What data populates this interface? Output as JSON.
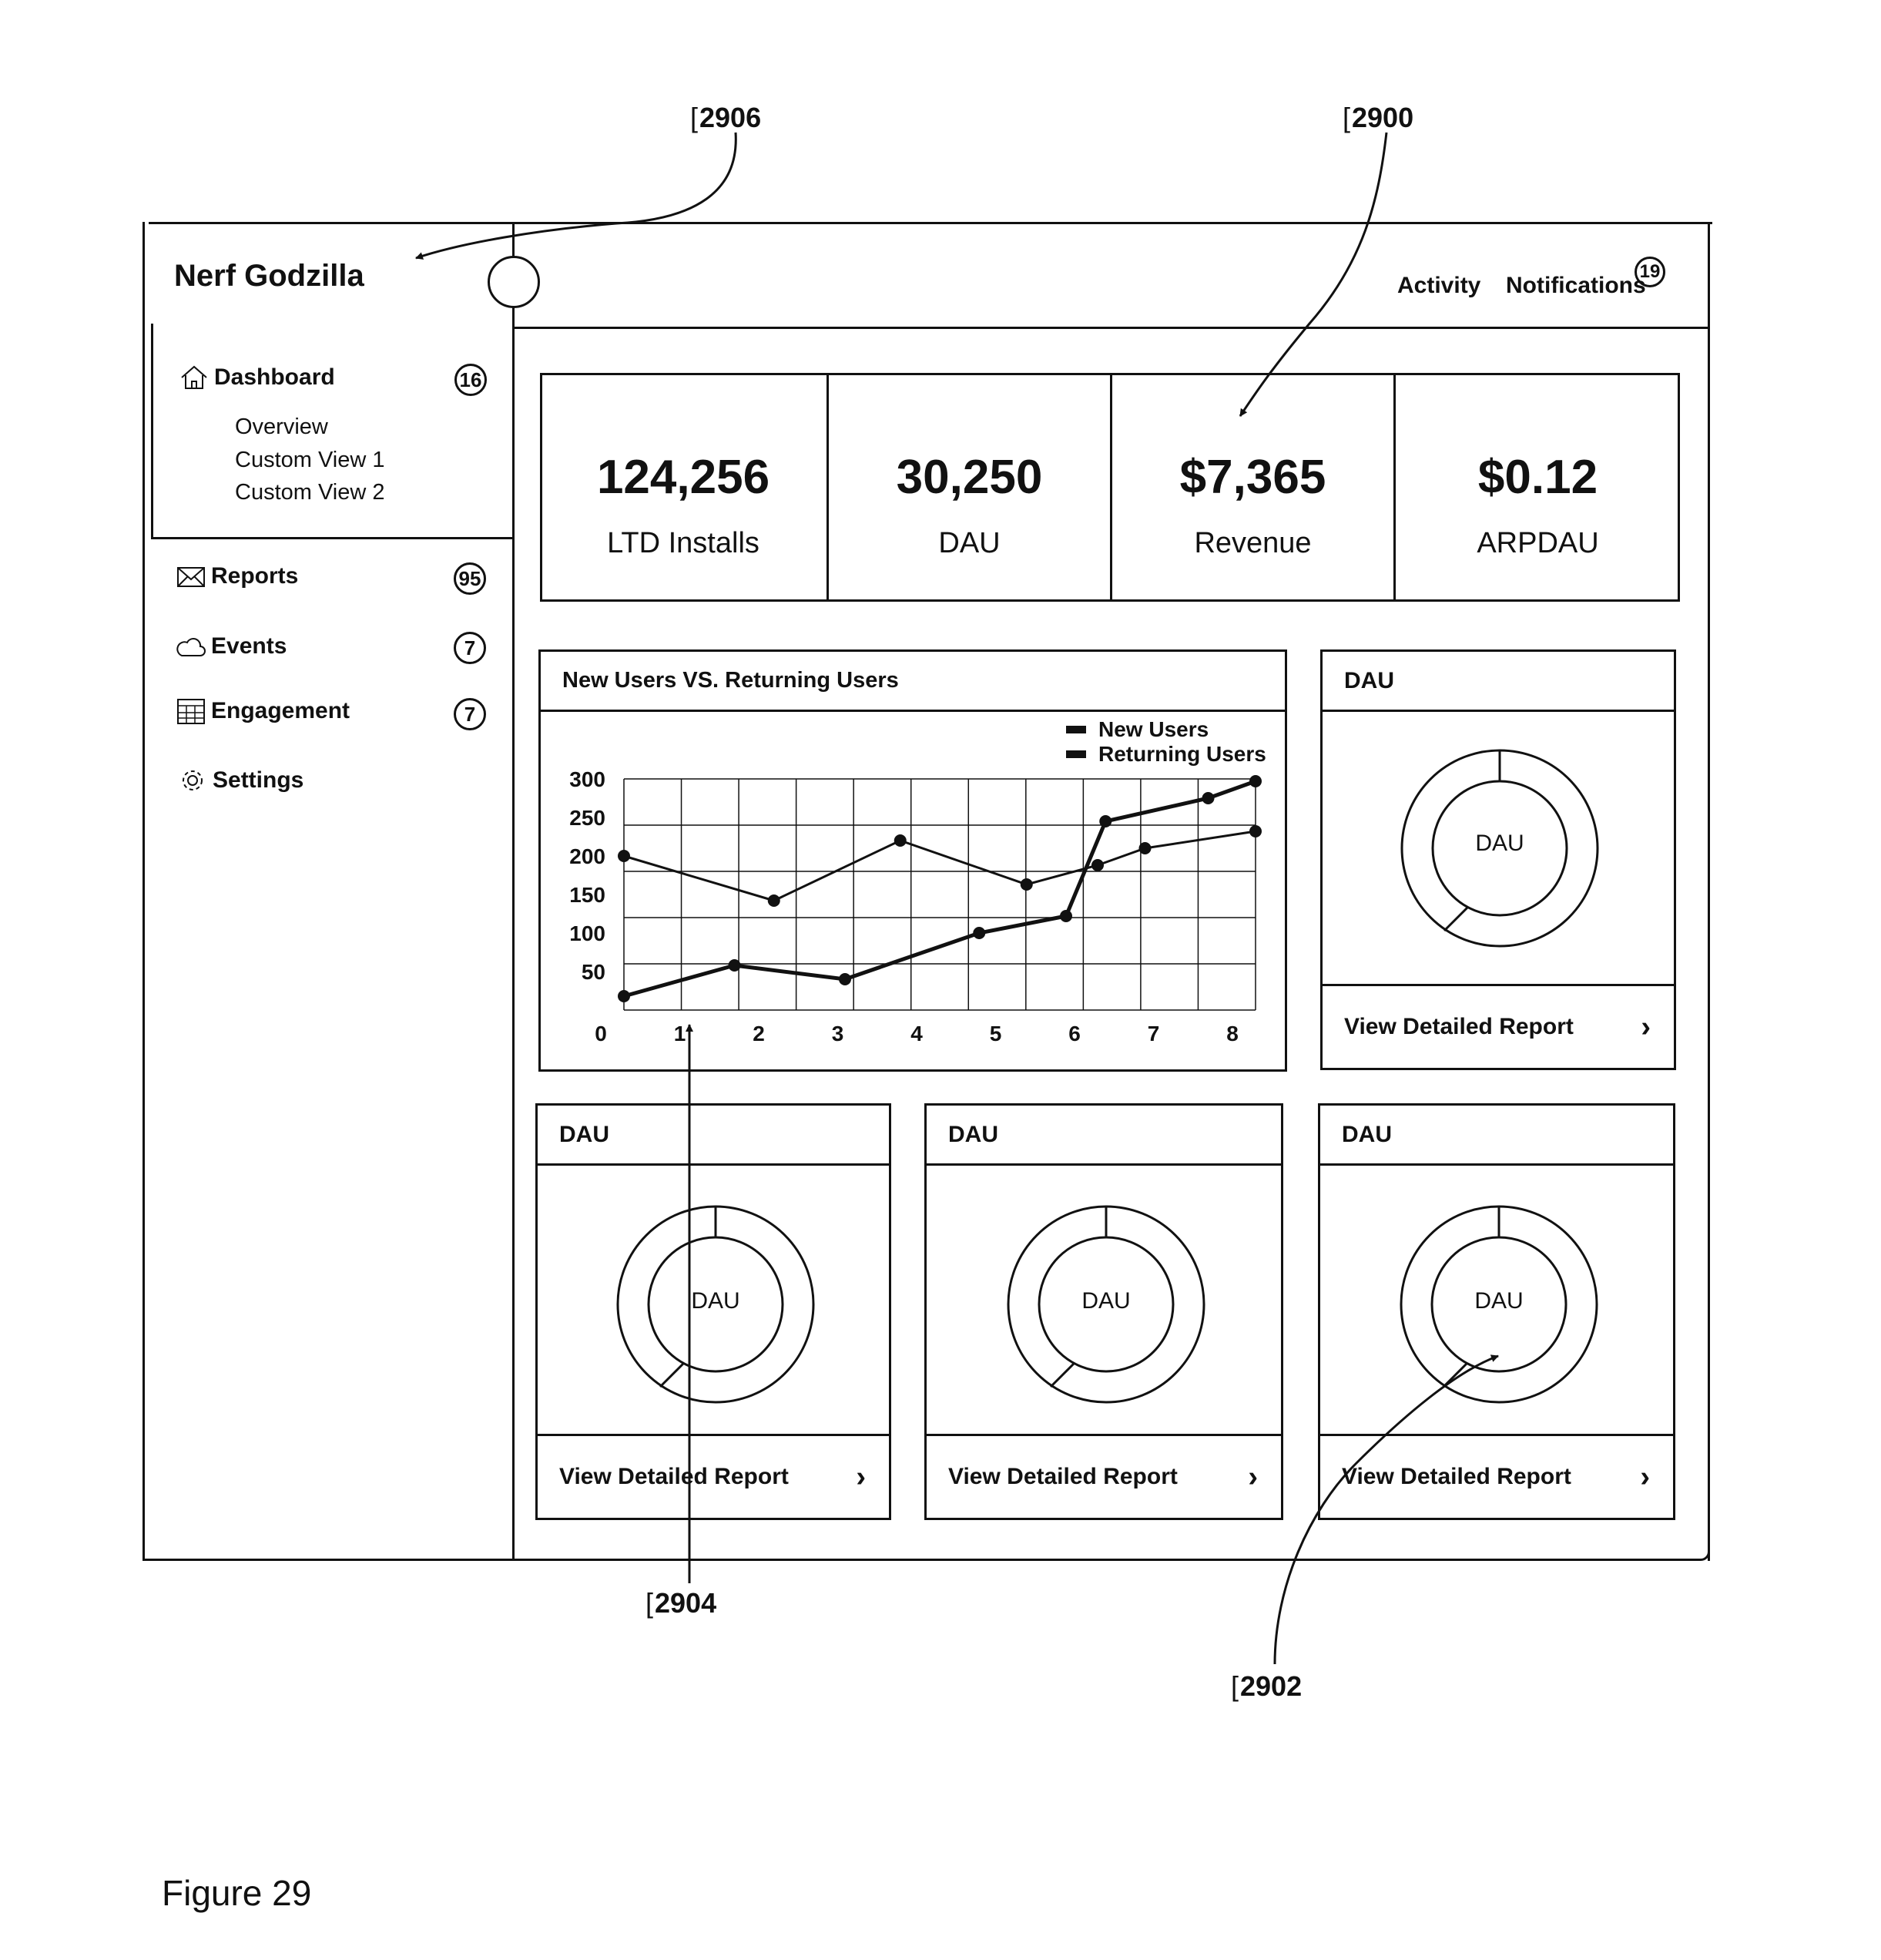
{
  "refs": {
    "r2906": "2906",
    "r2900": "2900",
    "r2904": "2904",
    "r2902": "2902"
  },
  "figure_label": "Figure 29",
  "app": {
    "title": "Nerf Godzilla"
  },
  "header": {
    "activity_label": "Activity",
    "notifications_label": "Notifications",
    "notifications_count": "19"
  },
  "sidebar": {
    "dashboard": {
      "label": "Dashboard",
      "badge": "16",
      "icon": "home-icon",
      "sub_items": [
        "Overview",
        "Custom View 1",
        "Custom View 2"
      ]
    },
    "items": [
      {
        "label": "Reports",
        "badge": "95",
        "icon": "envelope-icon"
      },
      {
        "label": "Events",
        "badge": "7",
        "icon": "cloud-icon"
      },
      {
        "label": "Engagement",
        "badge": "7",
        "icon": "calendar-icon"
      },
      {
        "label": "Settings",
        "badge": "",
        "icon": "gear-icon"
      }
    ]
  },
  "stats": [
    {
      "value": "124,256",
      "label": "LTD Installs"
    },
    {
      "value": "30,250",
      "label": "DAU"
    },
    {
      "value": "$7,365",
      "label": "Revenue"
    },
    {
      "value": "$0.12",
      "label": "ARPDAU"
    }
  ],
  "chart_card": {
    "title": "New Users VS. Returning Users"
  },
  "chart_data": {
    "type": "line",
    "title": "New Users VS. Returning Users",
    "xlabel": "",
    "ylabel": "",
    "x_ticks": [
      "0",
      "1",
      "2",
      "3",
      "4",
      "5",
      "6",
      "7",
      "8"
    ],
    "y_ticks": [
      "300",
      "250",
      "200",
      "150",
      "100",
      "50"
    ],
    "xlim": [
      0,
      8
    ],
    "ylim": [
      0,
      300
    ],
    "grid": true,
    "legend": "top-right",
    "series": [
      {
        "name": "New Users",
        "x": [
          0,
          1.9,
          3.5,
          5.1,
          6.0,
          6.6,
          8.0
        ],
        "y": [
          200,
          142,
          220,
          163,
          188,
          210,
          232
        ]
      },
      {
        "name": "Returning Users",
        "x": [
          0,
          1.4,
          2.8,
          4.5,
          5.6,
          6.1,
          7.4,
          8.0
        ],
        "y": [
          18,
          58,
          40,
          100,
          122,
          245,
          275,
          297
        ]
      }
    ]
  },
  "dau_cards": [
    {
      "title": "DAU",
      "center": "DAU",
      "footer": "View Detailed Report"
    },
    {
      "title": "DAU",
      "center": "DAU",
      "footer": "View Detailed Report"
    },
    {
      "title": "DAU",
      "center": "DAU",
      "footer": "View Detailed Report"
    },
    {
      "title": "DAU",
      "center": "DAU",
      "footer": "View Detailed Report"
    }
  ],
  "chevron": "›"
}
